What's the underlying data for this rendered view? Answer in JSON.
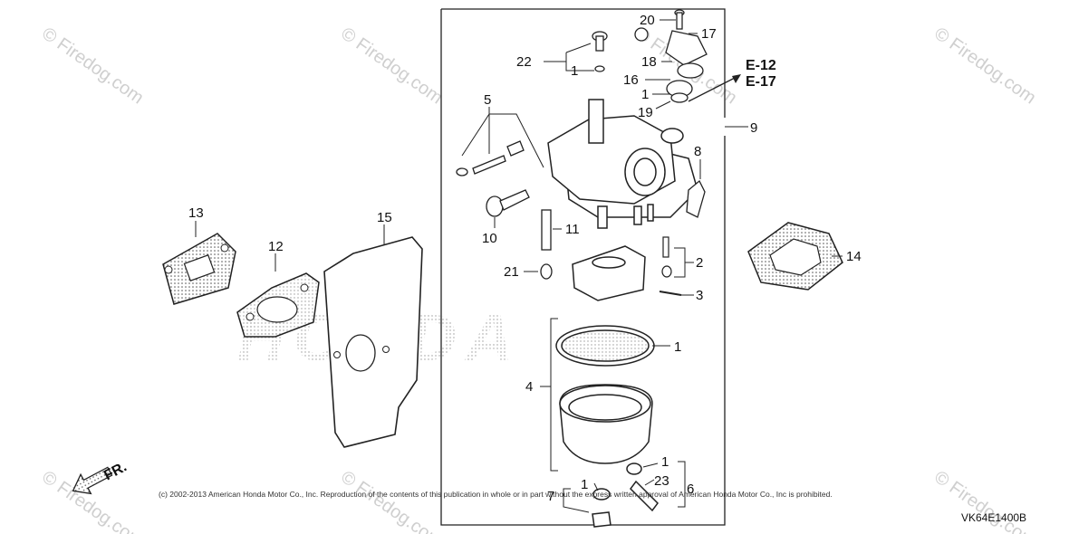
{
  "watermark": "© Firedog.com",
  "brand_text": "HONDA",
  "front_label": "FR.",
  "references": [
    "E-12",
    "E-17"
  ],
  "callouts": [
    "1",
    "2",
    "3",
    "4",
    "5",
    "6",
    "7",
    "8",
    "9",
    "10",
    "11",
    "12",
    "13",
    "14",
    "15",
    "16",
    "17",
    "18",
    "19",
    "20",
    "21",
    "22",
    "23"
  ],
  "callout_1": "1",
  "copyright": "(c) 2002-2013 American Honda Motor Co., Inc. Reproduction of the contents of this publication in whole or in part without the express written approval of American Honda Motor Co., Inc is prohibited.",
  "diagram_code": "VK64E1400B"
}
